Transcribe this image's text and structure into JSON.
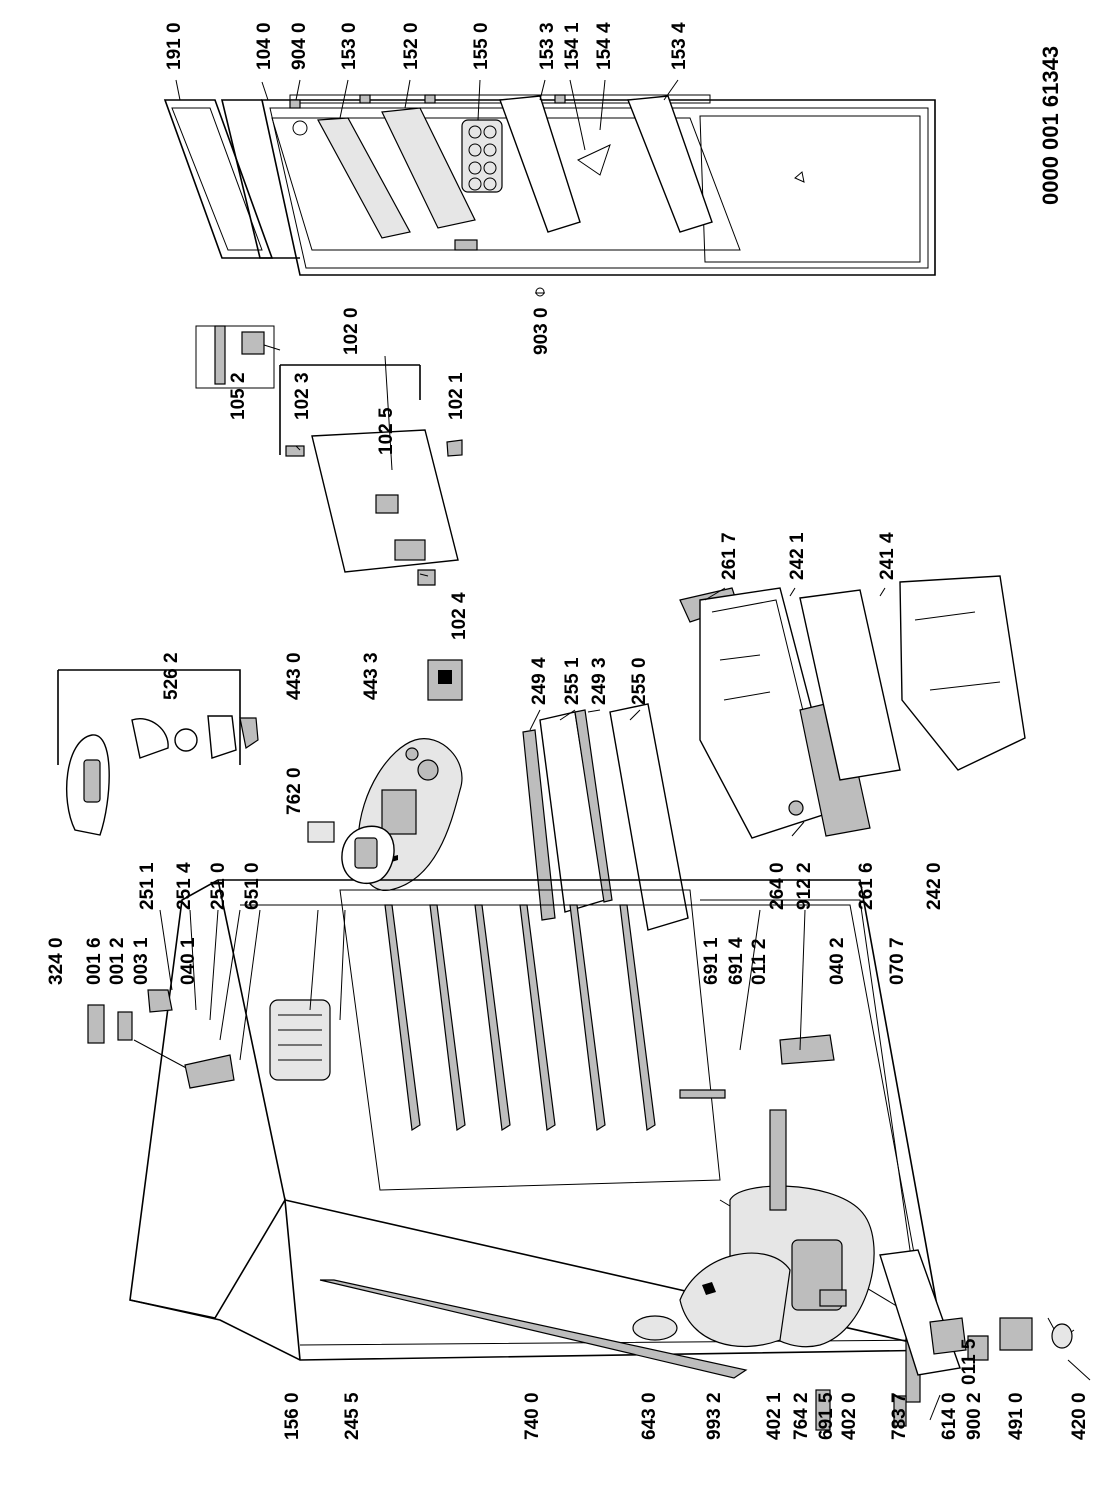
{
  "drawing_number": "0000 001 61343",
  "labels": [
    "191 0",
    "104 0",
    "904 0",
    "153 0",
    "152 0",
    "155 0",
    "153 3",
    "154 1",
    "154 4",
    "153 4",
    "903 0",
    "105 2",
    "102 3",
    "102 0",
    "102 5",
    "102 1",
    "102 4",
    "526 2",
    "251 1",
    "251 4",
    "251 0",
    "651 0",
    "762 0",
    "443 0",
    "443 3",
    "249 4",
    "255 1",
    "249 3",
    "255 0",
    "261 7",
    "242 1",
    "241 4",
    "264 0",
    "912 2",
    "261 6",
    "242 0",
    "324 0",
    "001 6",
    "001 2",
    "003 1",
    "040 1",
    "691 1",
    "691 4",
    "011 2",
    "040 2",
    "070 7",
    "156 0",
    "245 5",
    "740 0",
    "643 0",
    "993 2",
    "402 1",
    "764 2",
    "691 5",
    "402 0",
    "783 7",
    "614 0",
    "900 2",
    "491 0",
    "420 0",
    "011 5"
  ]
}
